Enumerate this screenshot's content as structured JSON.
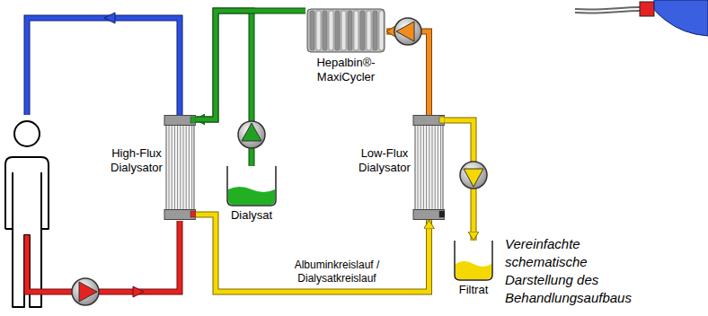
{
  "diagram": {
    "caption": "Vereinfachte schematische Darstellung des Behandlungsaufbaus",
    "nodes": [
      {
        "text": [
          "High-Flux Dialysator"
        ]
      },
      {
        "text": [
          "Dialysat"
        ]
      },
      {
        "text": [
          "Hepalbin®- MaxiCycler"
        ]
      },
      {
        "text": [
          "Low-Flux Dialysator"
        ]
      },
      {
        "text": [
          "Filtrat"
        ]
      }
    ],
    "edges": [
      {
        "from": 1,
        "to": 0,
        "arrow": "to"
      },
      {
        "from": 2,
        "to": 0,
        "arrow": "none"
      },
      {
        "from": 0,
        "to": 3,
        "label": "Albuminkreislauf / Dialysatkreislauf",
        "arrow": "to"
      },
      {
        "from": 3,
        "to": 2,
        "arrow": "to"
      },
      {
        "from": 3,
        "to": 4,
        "arrow": "to"
      }
    ]
  }
}
